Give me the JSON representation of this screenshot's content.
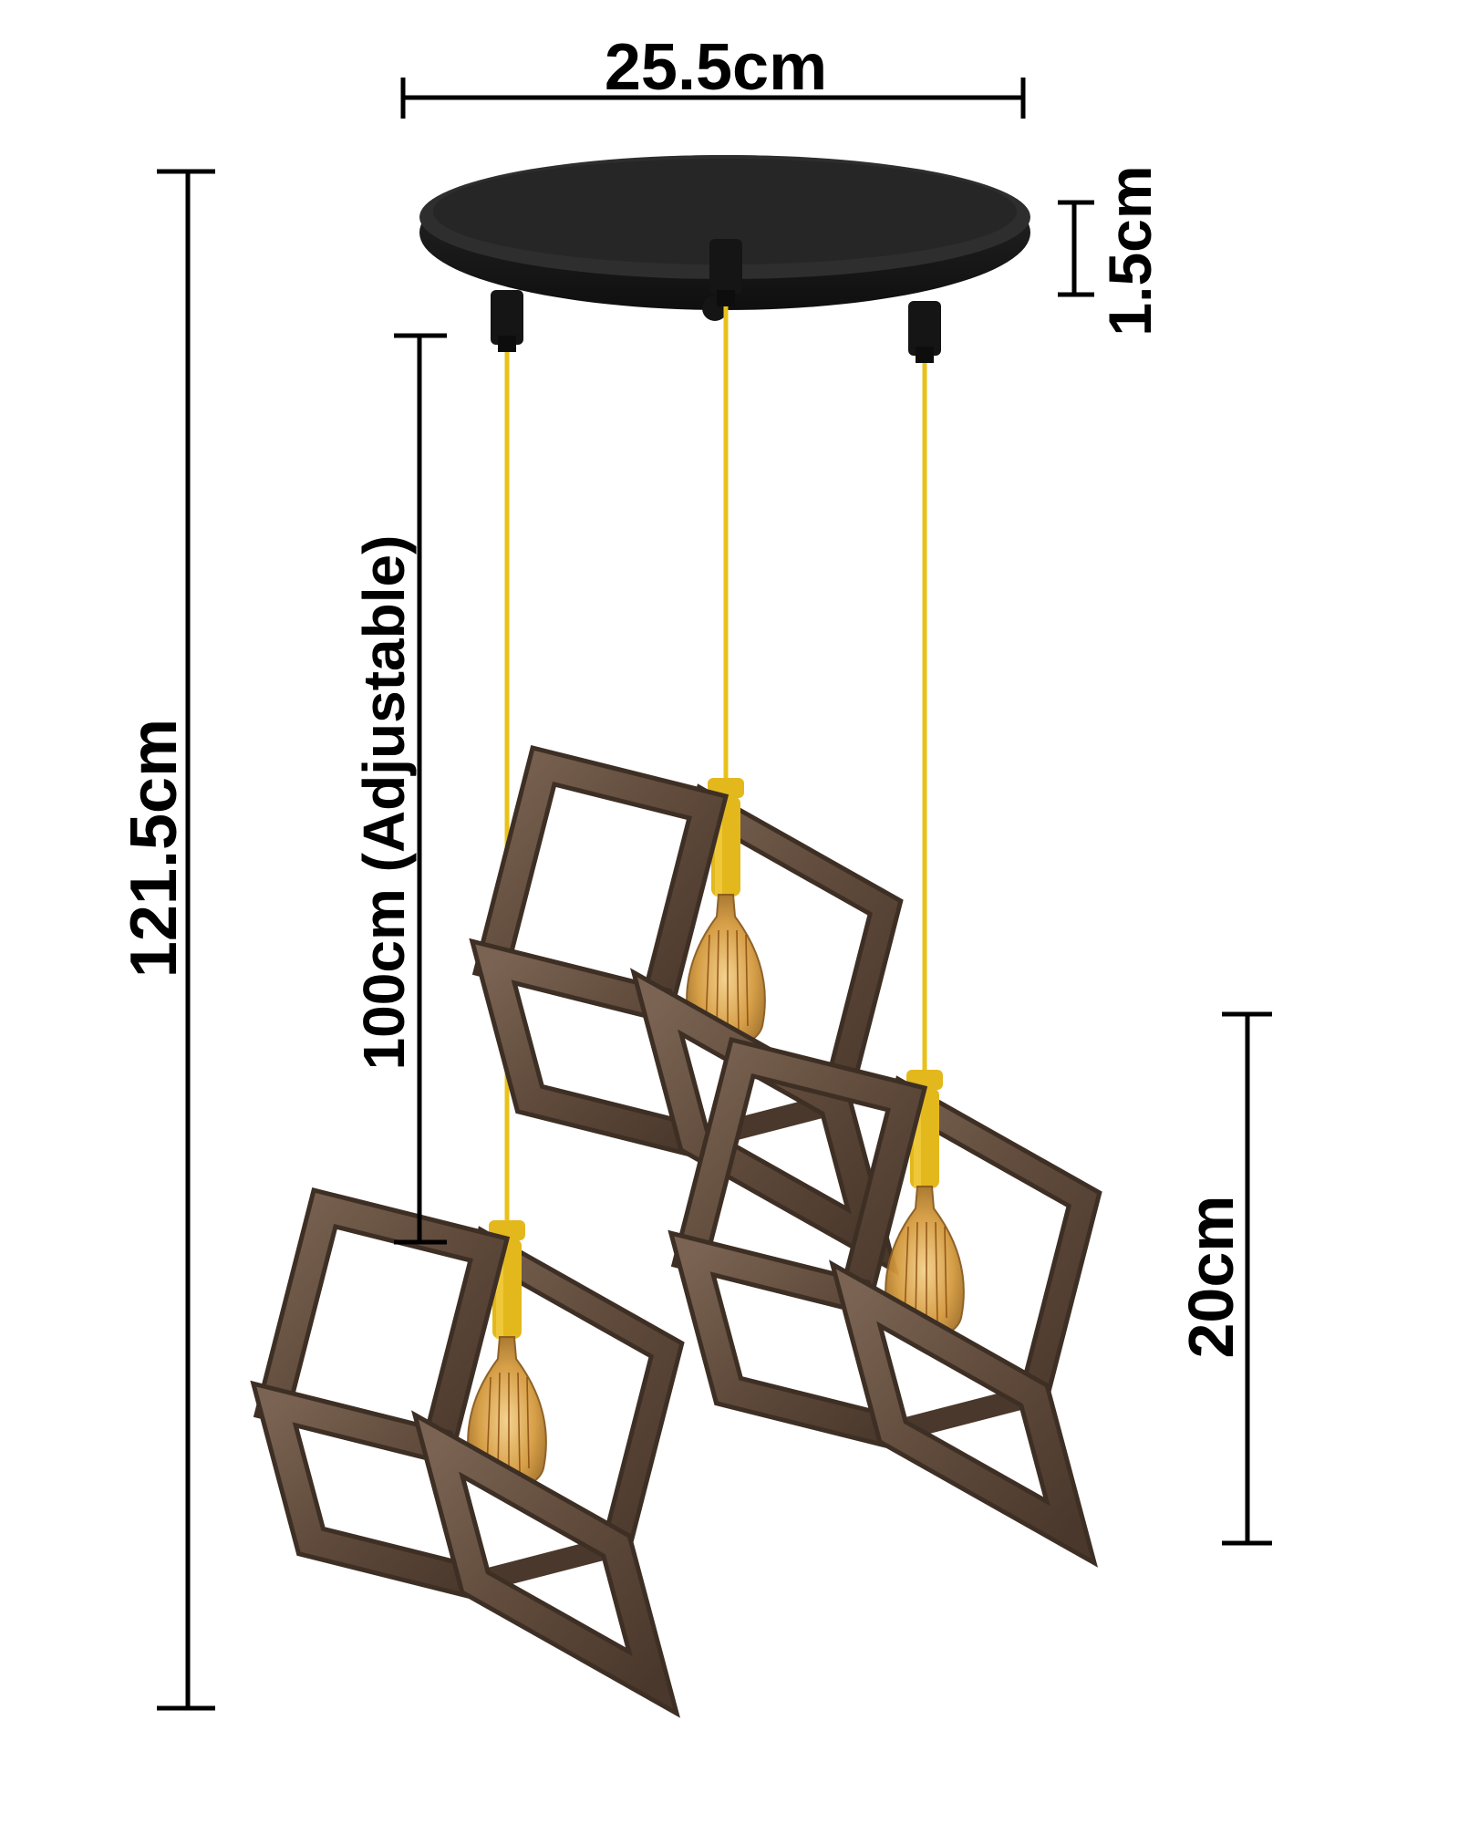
{
  "dimensions": {
    "canopy_width": "25.5cm",
    "canopy_height": "1.5cm",
    "total_height": "121.5cm",
    "cord_length": "100cm (Adjustable)",
    "shade_height": "20cm"
  },
  "colors": {
    "background": "#ffffff",
    "dimension_line": "#000000",
    "canopy": "#1c1c1c",
    "cord": "#e8c21a",
    "socket": "#e3b81c",
    "wood": "#6a5545",
    "wood_dark": "#3e2f25",
    "bulb_glass": "#d9a24a",
    "filament": "#8a4a12"
  },
  "icons": {
    "canopy": "round-ceiling-canopy-icon",
    "pendant": "cube-wood-pendant-icon",
    "bulb": "edison-bulb-icon"
  }
}
